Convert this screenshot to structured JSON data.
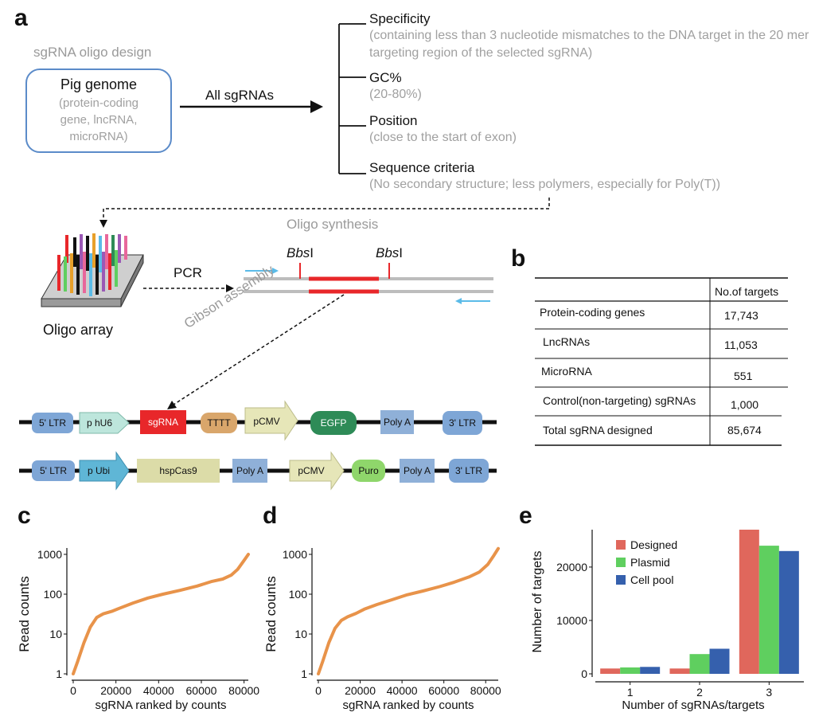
{
  "panel_labels": {
    "a": "a",
    "b": "b",
    "c": "c",
    "d": "d",
    "e": "e"
  },
  "panel_a": {
    "design_title": "sgRNA oligo design",
    "genome_box": {
      "title": "Pig genome",
      "subtitle": "(protein-coding gene, lncRNA, microRNA)"
    },
    "arrow_label": "All sgRNAs",
    "criteria": [
      {
        "title": "Specificity",
        "desc": "(containing less than 3 nucleotide mismatches to the DNA target in the 20 mer targeting region of the selected sgRNA)"
      },
      {
        "title": "GC%",
        "desc": "(20-80%)"
      },
      {
        "title": "Position",
        "desc": "(close to the start of exon)"
      },
      {
        "title": "Sequence criteria",
        "desc": "(No secondary structure; less polymers, especially for Poly(T))"
      }
    ],
    "oligo_synthesis": "Oligo synthesis",
    "oligo_array": "Oligo array",
    "pcr": "PCR",
    "bbsi_prefix": "Bbs",
    "bbsi_suffix": "I",
    "gibson": "Gibson assembly",
    "vector1": [
      "5' LTR",
      "p hU6",
      "sgRNA",
      "TTTT",
      "pCMV",
      "EGFP",
      "Poly A",
      "3' LTR"
    ],
    "vector2": [
      "5' LTR",
      "p Ubi",
      "hspCas9",
      "Poly A",
      "pCMV",
      "Puro",
      "Poly A",
      "3' LTR"
    ],
    "colors": {
      "ltr": "#7ea6d6",
      "promoter_u6": "#bde6dc",
      "sgrna": "#e8272a",
      "tttt": "#d9a66b",
      "pcmv": "#e6e6b8",
      "egfp": "#2e8b57",
      "polya": "#8fb0d8",
      "ubi": "#5fb6d6",
      "cas9": "#dcdca8",
      "puro": "#8fd66b",
      "primer": "#5bbbe8",
      "insert": "#e8272a"
    }
  },
  "panel_b": {
    "header": "No.of targets",
    "rows": [
      {
        "label": "Protein-coding genes",
        "value": "17,743"
      },
      {
        "label": "LncRNAs",
        "value": "11,053"
      },
      {
        "label": "MicroRNA",
        "value": "551"
      },
      {
        "label": "Control(non-targeting) sgRNAs",
        "value": "1,000"
      },
      {
        "label": "Total sgRNA designed",
        "value": "85,674"
      }
    ]
  },
  "chart_data": [
    {
      "type": "line",
      "xlabel": "sgRNA ranked by counts",
      "ylabel": "Read counts",
      "y_scale": "log",
      "xlim": [
        0,
        82000
      ],
      "ylim": [
        1,
        1000
      ],
      "x_ticks": [
        "0",
        "20000",
        "40000",
        "60000",
        "80000"
      ],
      "y_ticks": [
        "1",
        "10",
        "100",
        "1000"
      ],
      "color": "#e8934a",
      "x": [
        0,
        2000,
        5000,
        8000,
        11000,
        14000,
        18000,
        22000,
        28000,
        35000,
        42000,
        50000,
        58000,
        65000,
        70000,
        74000,
        77000,
        80000,
        82000
      ],
      "y": [
        1,
        2,
        6,
        15,
        26,
        32,
        37,
        45,
        60,
        80,
        100,
        125,
        160,
        210,
        240,
        300,
        420,
        700,
        1000
      ]
    },
    {
      "type": "line",
      "xlabel": "sgRNA ranked by counts",
      "ylabel": "Read counts",
      "y_scale": "log",
      "xlim": [
        0,
        86000
      ],
      "ylim": [
        1,
        1000
      ],
      "x_ticks": [
        "0",
        "20000",
        "40000",
        "60000",
        "80000"
      ],
      "y_ticks": [
        "1",
        "10",
        "100",
        "1000"
      ],
      "color": "#e8934a",
      "x": [
        0,
        2000,
        5000,
        8000,
        11000,
        14000,
        18000,
        22000,
        28000,
        35000,
        42000,
        50000,
        58000,
        65000,
        72000,
        77000,
        81000,
        84000,
        86000
      ],
      "y": [
        1,
        2,
        6,
        14,
        22,
        27,
        33,
        42,
        55,
        72,
        95,
        120,
        155,
        200,
        270,
        360,
        560,
        950,
        1400
      ]
    },
    {
      "type": "bar",
      "xlabel": "Number of sgRNAs/targets",
      "ylabel": "Number of targets",
      "categories": [
        "1",
        "2",
        "3"
      ],
      "ylim": [
        0,
        27000
      ],
      "y_ticks": [
        "0",
        "10000",
        "20000"
      ],
      "series": [
        {
          "name": "Designed",
          "color": "#e0675c",
          "values": [
            1000,
            1000,
            27000
          ]
        },
        {
          "name": "Plasmid",
          "color": "#5fcf5f",
          "values": [
            1200,
            3700,
            24000
          ]
        },
        {
          "name": "Cell pool",
          "color": "#3560ad",
          "values": [
            1300,
            4700,
            23000
          ]
        }
      ]
    }
  ]
}
